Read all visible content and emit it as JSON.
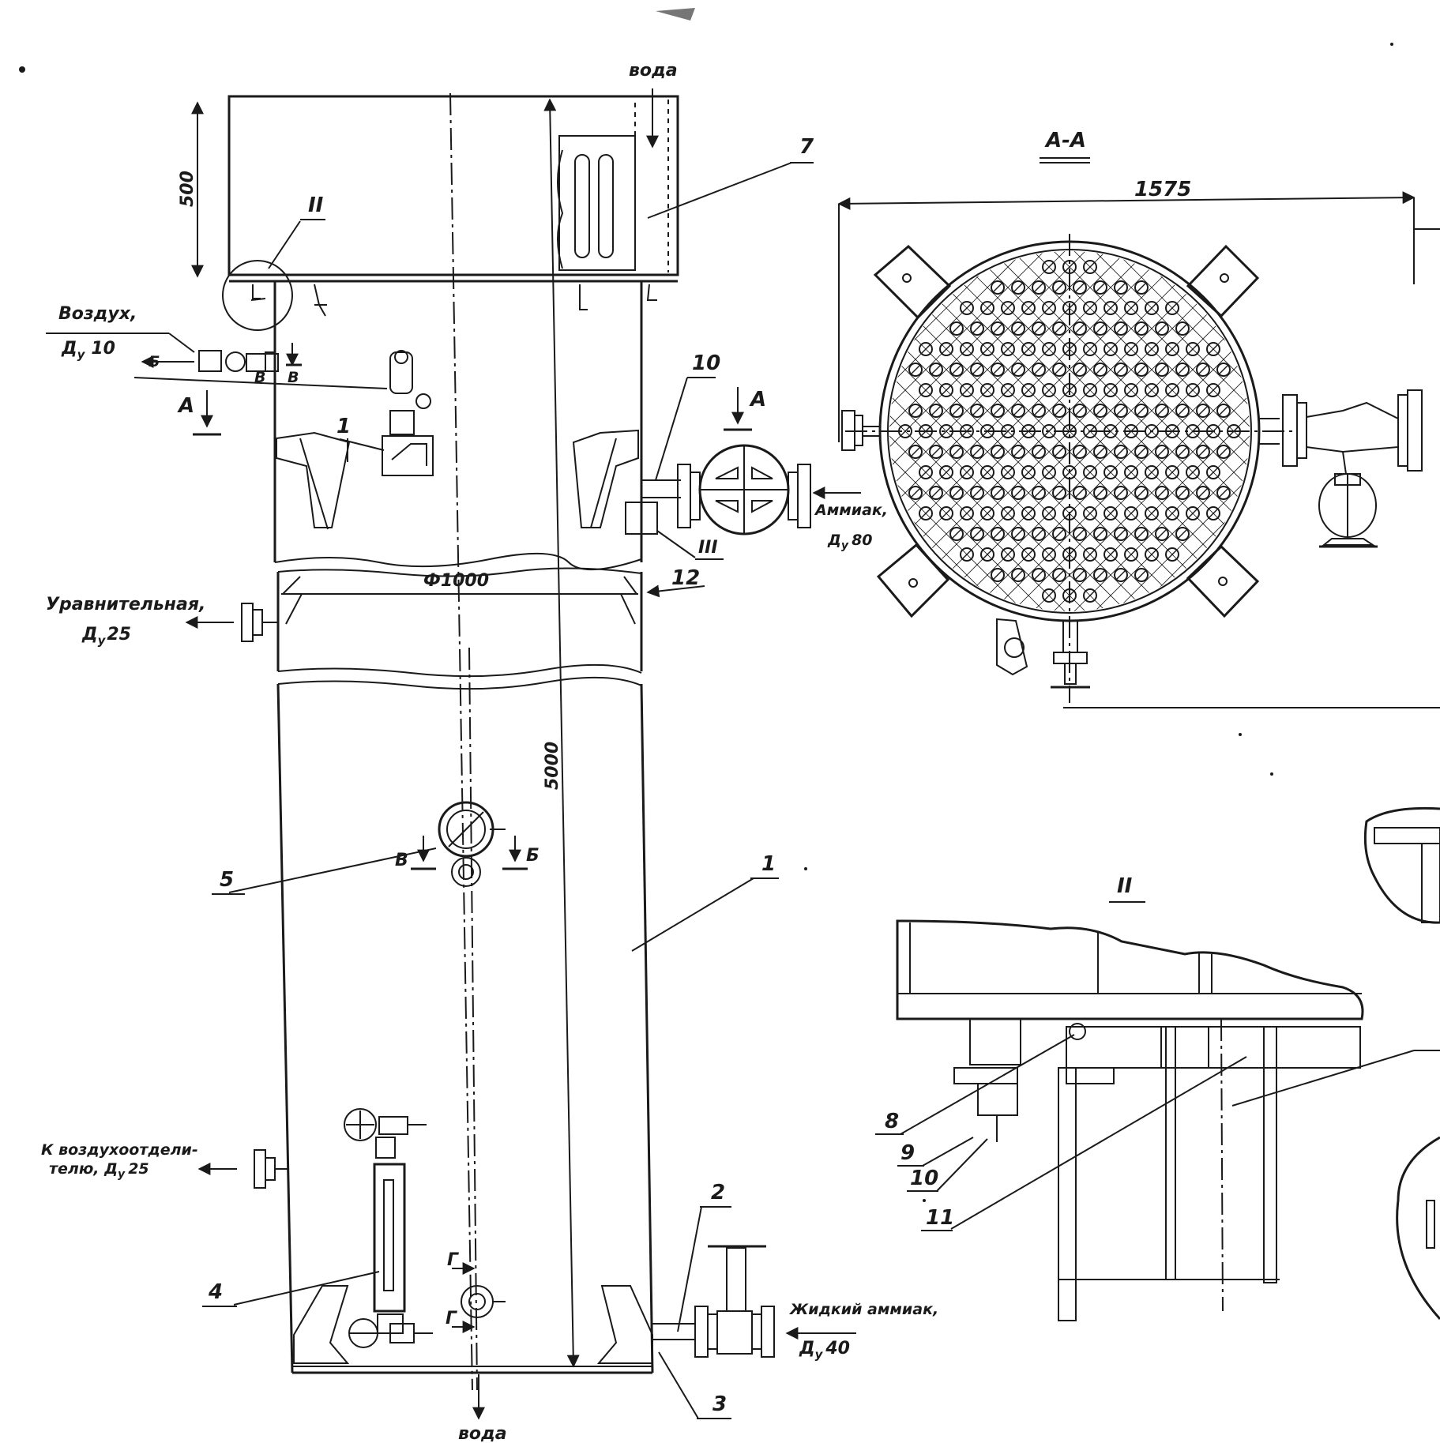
{
  "labels": {
    "water_top": "вода",
    "water_bottom": "вода",
    "air": "Воздух,",
    "air_dn": "Д",
    "air_dn_sub": "у",
    "air_dn_val": "10",
    "equalizing": "Уравнительная,",
    "equalizing_dn": "Д",
    "equalizing_dn_sub": "у",
    "equalizing_dn_val": "25",
    "air_separator_1": "К воздухоотдели-",
    "air_separator_2": "телю, Д",
    "air_separator_sub": "у",
    "air_separator_val": "25",
    "ammonia": "Аммиак,",
    "ammonia_dn": "Д",
    "ammonia_dn_sub": "у",
    "ammonia_dn_val": "80",
    "liquid_ammonia": "Жидкий аммиак,",
    "liquid_ammonia_dn": "Д",
    "liquid_ammonia_dn_sub": "у",
    "liquid_ammonia_dn_val": "40",
    "section_aa": "А-А",
    "detail_ii": "II",
    "detail_iii": "III",
    "detail_ii_view": "II"
  },
  "dimensions": {
    "height_top": "500",
    "height_total": "5000",
    "diameter": "Ф1000",
    "width_aa": "1575"
  },
  "section_marks": {
    "a": "А",
    "b": "Б",
    "v": "В",
    "v2": "В",
    "g": "Г",
    "g2": "Г",
    "b2": "Б",
    "b3": "В"
  },
  "part_numbers": {
    "p1": "1",
    "p1b": "1",
    "p2": "2",
    "p3": "3",
    "p4": "4",
    "p5": "5",
    "p7": "7",
    "p8": "8",
    "p9": "9",
    "p10": "10",
    "p11": "11",
    "p12": "12",
    "p10b": "10"
  }
}
